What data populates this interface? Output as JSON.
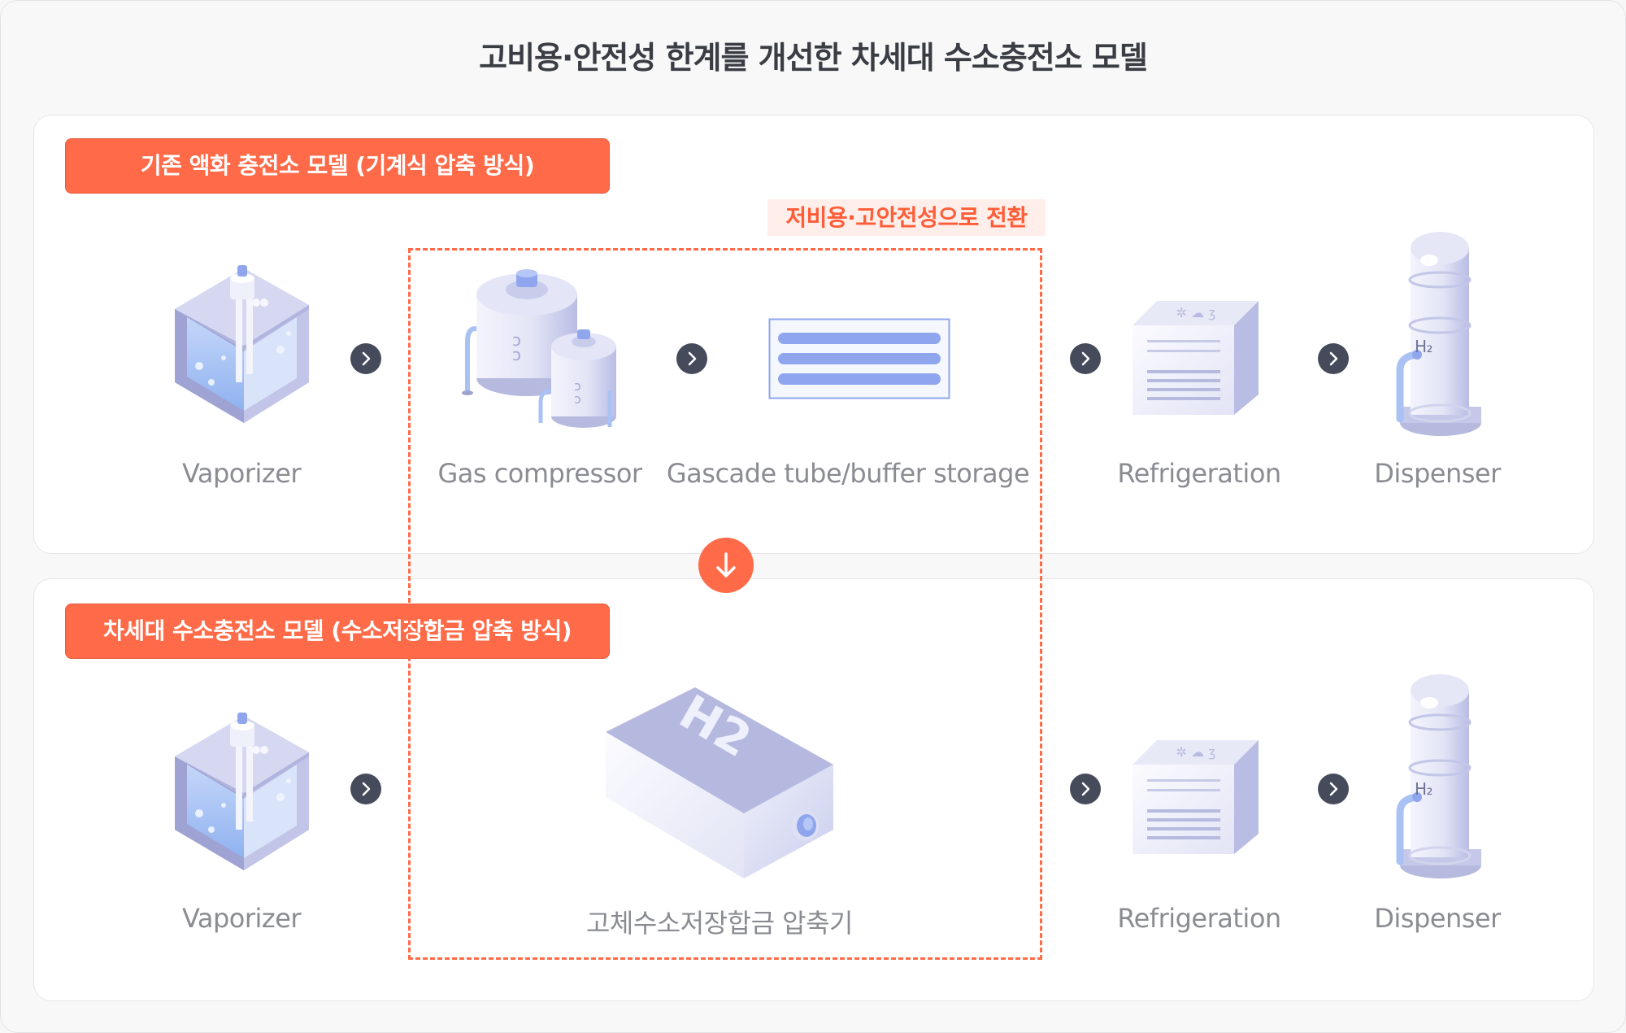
{
  "title": "고비용·안전성 한계를 개선한 차세대 수소충전소 모델",
  "top_section": {
    "badge": "기존 액화 충전소 모델 (기계식 압축 방식)",
    "labels": [
      "Vaporizer",
      "Gas compressor",
      "Gascade tube/buffer storage",
      "Refrigeration",
      "Dispenser"
    ]
  },
  "conversion_label": "저비용·고안전성으로 전환",
  "bottom_section": {
    "badge": "차세대 수소충전소 모델 (수소저장합금 압축 방식)",
    "labels": [
      "Vaporizer",
      "고체수소저장합금 압축기",
      "Refrigeration",
      "Dispenser"
    ]
  },
  "icons": {
    "h2_text": "H₂",
    "h2_block_text": "H2"
  },
  "colors": {
    "accent": "#ff6b48",
    "arrow": "#464b5c",
    "icon_purple": "#a4a9d6",
    "icon_blue": "#8fa6ee"
  }
}
